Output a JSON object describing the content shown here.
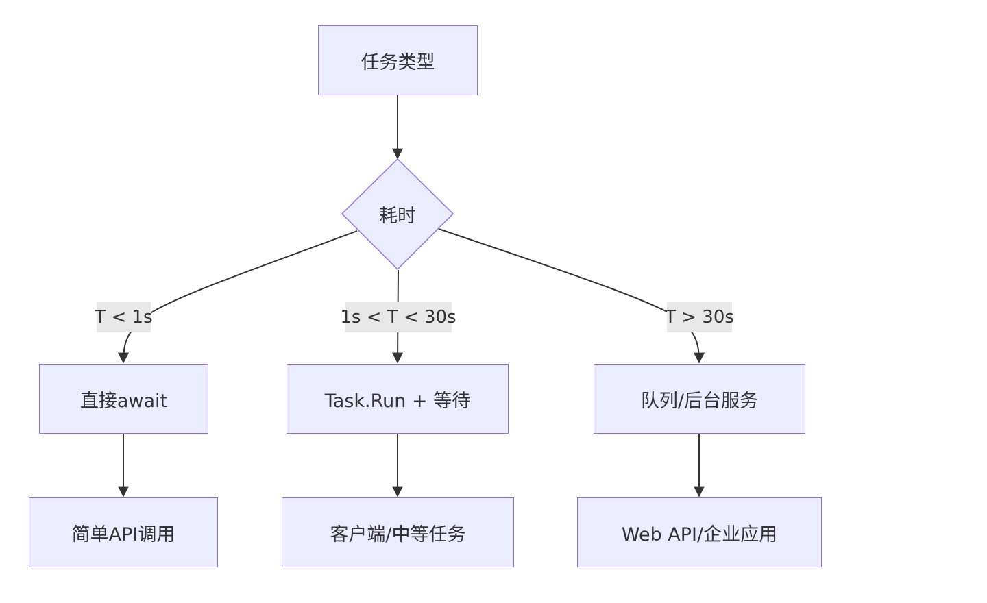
{
  "nodes": {
    "task_type": "任务类型",
    "duration": "耗时",
    "direct_await": "直接await",
    "task_run_wait": "Task.Run + 等待",
    "queue_background": "队列/后台服务",
    "simple_api": "简单API调用",
    "client_medium": "客户端/中等任务",
    "web_api_enterprise": "Web API/企业应用"
  },
  "edges": {
    "short": "T < 1s",
    "medium": "1s < T < 30s",
    "long": "T > 30s"
  },
  "colors": {
    "node_fill": "#ECECFF",
    "node_stroke": "#9370DB",
    "edge": "#333333",
    "edge_label_bg": "#e8e8e8"
  }
}
